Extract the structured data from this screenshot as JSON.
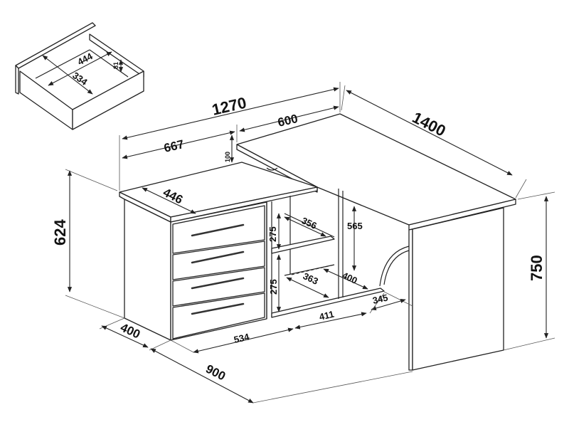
{
  "title": "Corner desk dimension drawing",
  "drawer": {
    "width": "444",
    "depth": "334",
    "height": "81"
  },
  "desk": {
    "total_width": "1270",
    "cabinet_width": "667",
    "desk_width_top": "600",
    "desk_length": "1400",
    "offset": "100",
    "cabinet_depth_top": "446",
    "cabinet_height": "624",
    "desk_height": "750",
    "shelf_upper_height": "275",
    "shelf_lower_height": "275",
    "shelf_depth": "356",
    "inner_depth": "363",
    "knee_height": "565",
    "knee_depth": "400",
    "leg_gap": "345",
    "base_inner": "411",
    "base_front": "534",
    "depth_bottom": "400",
    "length_bottom": "900"
  }
}
